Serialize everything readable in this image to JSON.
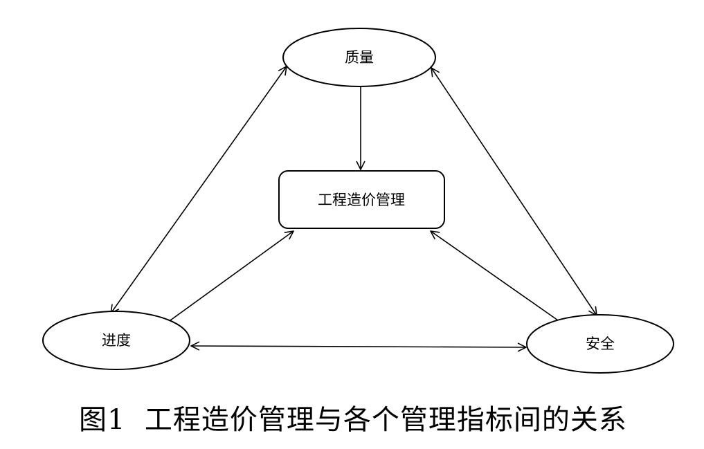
{
  "nodes": {
    "quality": "质量",
    "center": "工程造价管理",
    "schedule": "进度",
    "safety": "安全"
  },
  "caption": "图1  工程造价管理与各个管理指标间的关系",
  "edges": [
    {
      "from": "quality",
      "to": "schedule",
      "direction": "both"
    },
    {
      "from": "quality",
      "to": "safety",
      "direction": "both"
    },
    {
      "from": "schedule",
      "to": "safety",
      "direction": "both"
    },
    {
      "from": "quality",
      "to": "center",
      "direction": "forward"
    },
    {
      "from": "schedule",
      "to": "center",
      "direction": "forward"
    },
    {
      "from": "safety",
      "to": "center",
      "direction": "forward"
    }
  ]
}
